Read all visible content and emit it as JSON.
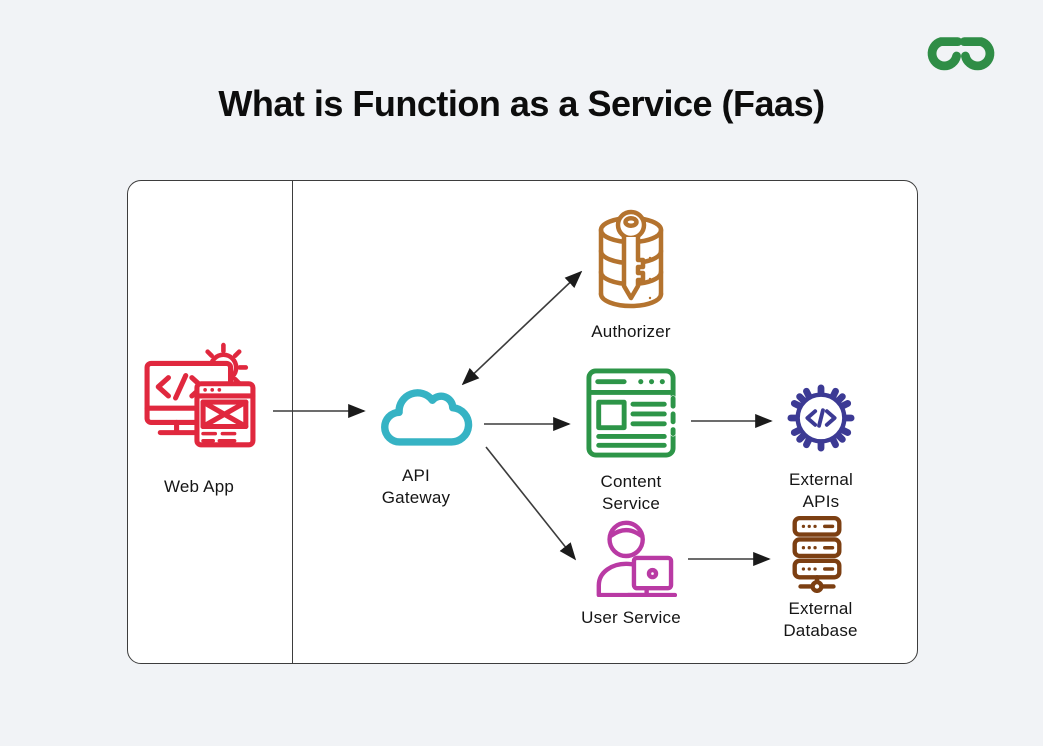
{
  "page": {
    "title": "What is Function as a Service (Faas)",
    "background_color": "#f1f3f6"
  },
  "logo": {
    "name": "geeksforgeeks-logo",
    "color": "#2f8d46"
  },
  "diagram": {
    "panel": {
      "background": "#ffffff",
      "border_color": "#3d3d3d"
    },
    "nodes": {
      "web_app": {
        "label": [
          "Web App"
        ],
        "color": "#e0283e",
        "icon": "monitor-code-browser-gear-icon"
      },
      "api_gateway": {
        "label": [
          "API",
          "Gateway"
        ],
        "color": "#36b3c4",
        "icon": "cloud-icon"
      },
      "authorizer": {
        "label": [
          "Authorizer"
        ],
        "color": "#b4732e",
        "icon": "database-key-icon"
      },
      "content_service": {
        "label": [
          "Content",
          "Service"
        ],
        "color": "#2d9548",
        "icon": "browser-content-icon"
      },
      "external_apis": {
        "label": [
          "External",
          "APIs"
        ],
        "color": "#3c3a94",
        "icon": "gear-code-icon"
      },
      "user_service": {
        "label": [
          "User Service"
        ],
        "color": "#b93aa4",
        "icon": "person-laptop-icon"
      },
      "external_database": {
        "label": [
          "External",
          "Database"
        ],
        "color": "#7c3f12",
        "icon": "server-stack-icon"
      }
    },
    "edges": [
      {
        "from": "web_app",
        "to": "api_gateway",
        "arrows": "one-way"
      },
      {
        "from": "api_gateway",
        "to": "authorizer",
        "arrows": "two-way"
      },
      {
        "from": "api_gateway",
        "to": "content_service",
        "arrows": "one-way"
      },
      {
        "from": "api_gateway",
        "to": "user_service",
        "arrows": "one-way"
      },
      {
        "from": "content_service",
        "to": "external_apis",
        "arrows": "one-way"
      },
      {
        "from": "user_service",
        "to": "external_database",
        "arrows": "one-way"
      }
    ]
  }
}
